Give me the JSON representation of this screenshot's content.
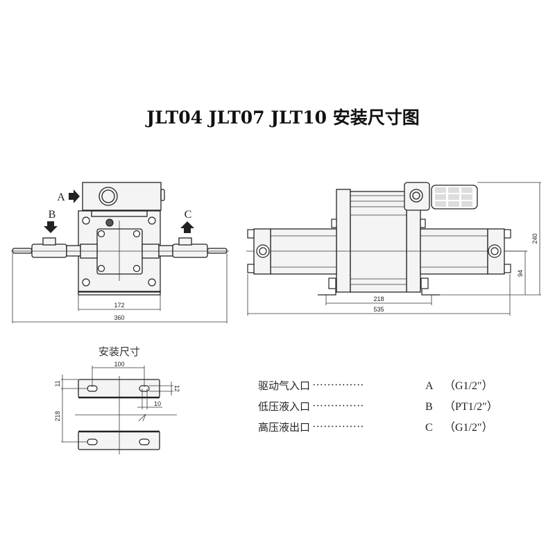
{
  "title": "JLT04  JLT07  JLT10 安装尺寸图",
  "front_view": {
    "port_labels": {
      "a": "A",
      "b": "B",
      "c": "C"
    },
    "dims": {
      "body_width": "172",
      "overall_width": "360"
    }
  },
  "side_view": {
    "dims": {
      "foot_spacing": "218",
      "overall_length": "535",
      "center_height": "94",
      "overall_height": "240"
    }
  },
  "install": {
    "heading": "安装尺寸",
    "dims": {
      "hole_spacing": "100",
      "edge": "11",
      "slot_width": "12",
      "slot_length": "10",
      "plate_spacing": "218"
    }
  },
  "legend": [
    {
      "name": "驱动气入口",
      "dots": "··············",
      "port": "A",
      "spec": "（G1/2″）"
    },
    {
      "name": "低压液入口",
      "dots": "··············",
      "port": "B",
      "spec": "（PT1/2″）"
    },
    {
      "name": "高压液出口",
      "dots": "··············",
      "port": "C",
      "spec": "（G1/2″）"
    }
  ]
}
